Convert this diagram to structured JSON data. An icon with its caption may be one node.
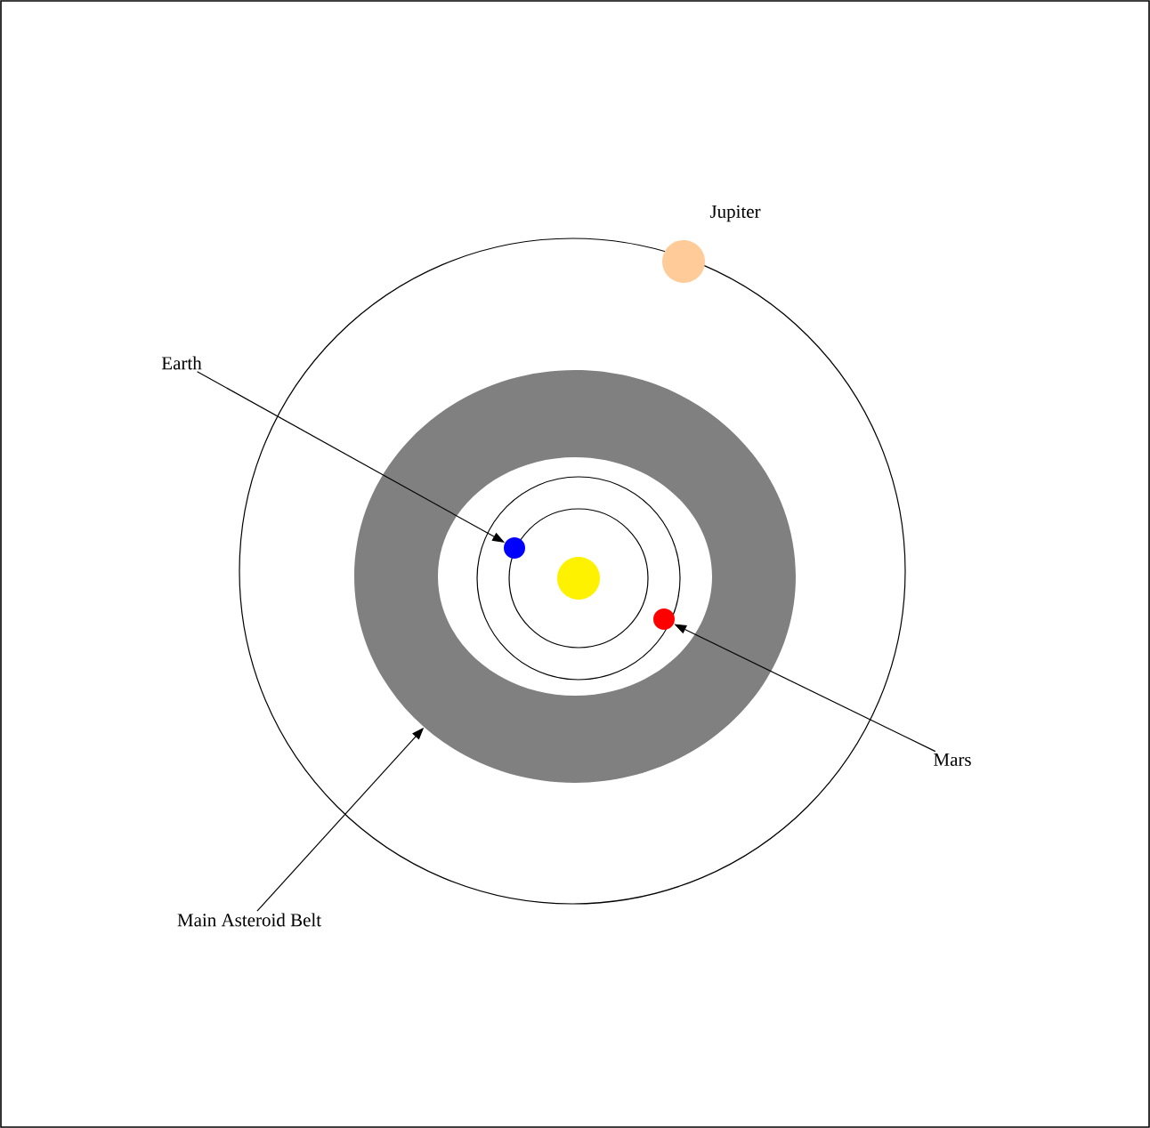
{
  "diagram": {
    "nodes": [
      {
        "text": [],
        "shape": "circle",
        "beside": [
          "Jupiter"
        ]
      },
      {
        "text": [
          "Earth"
        ]
      },
      {
        "text": [],
        "shape": "ring"
      },
      {
        "text": [],
        "shape": "circle",
        "in": 2
      },
      {
        "text": [],
        "shape": "circle",
        "in": 2
      },
      {
        "text": [],
        "shape": "circle",
        "in": 2
      },
      {
        "text": [
          "Mars"
        ]
      },
      {
        "text": [
          "Main Asteroid Belt"
        ]
      }
    ],
    "edges": [
      {
        "from": 1,
        "to": 3,
        "arrow": "to"
      },
      {
        "from": 6,
        "to": 5,
        "arrow": "to"
      },
      {
        "from": 7,
        "to": 2,
        "arrow": "to"
      }
    ]
  }
}
